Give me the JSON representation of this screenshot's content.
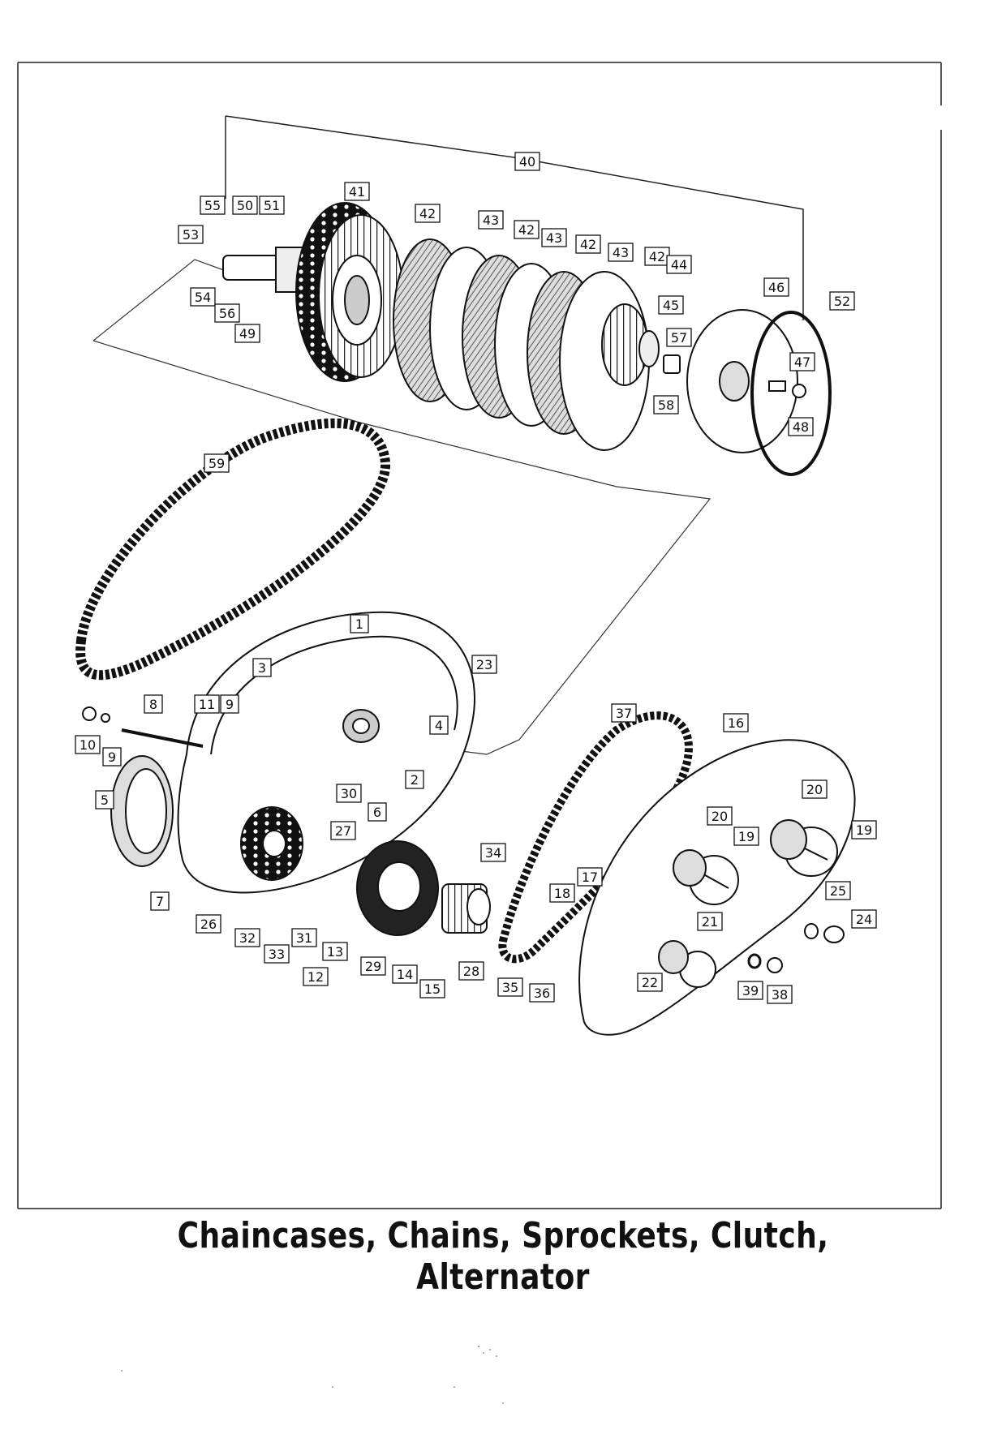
{
  "title": "Chaincases, Chains, Sprockets, Clutch, Alternator",
  "callouts": [
    "1",
    "2",
    "3",
    "4",
    "5",
    "6",
    "7",
    "8",
    "9",
    "10",
    "11",
    "12",
    "13",
    "14",
    "15",
    "16",
    "17",
    "18",
    "19",
    "20",
    "21",
    "22",
    "23",
    "24",
    "25",
    "26",
    "27",
    "28",
    "29",
    "30",
    "31",
    "32",
    "33",
    "34",
    "35",
    "36",
    "37",
    "38",
    "39",
    "40",
    "41",
    "42",
    "43",
    "44",
    "45",
    "46",
    "47",
    "48",
    "49",
    "50",
    "51",
    "52",
    "53",
    "54",
    "55",
    "56",
    "57",
    "58",
    "59"
  ]
}
